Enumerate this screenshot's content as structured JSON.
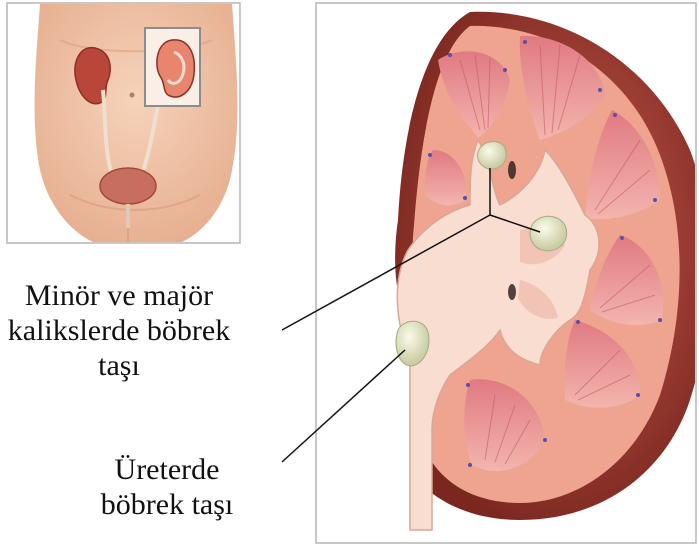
{
  "labels": {
    "calyx_stone": [
      "Minör ve majör",
      "kalikslerde böbrek",
      "taşı"
    ],
    "ureter_stone": [
      "Üreterde",
      "böbrek taşı"
    ]
  },
  "colors": {
    "skin": "#f1c6a8",
    "kidney_outer": "#9c3a2e",
    "kidney_cortex": "#e89a84",
    "pyramid": "#d86b74",
    "collecting": "#f7dccf",
    "stone": "#e9ecd0",
    "frame": "#b5b5b5"
  }
}
